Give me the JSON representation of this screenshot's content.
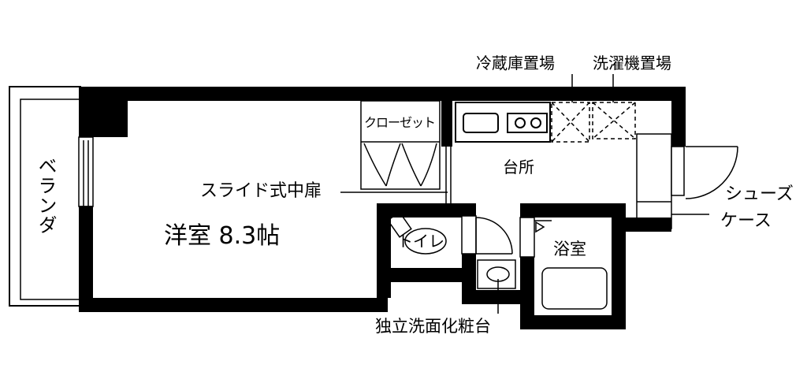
{
  "labels": {
    "veranda": "ベランダ",
    "western_room": "洋室 8.3帖",
    "closet": "クローゼット",
    "sliding_door": "スライド式中扉",
    "kitchen": "台所",
    "fridge_space": "冷蔵庫置場",
    "washer_space": "洗濯機置場",
    "shoe_case_line1": "シューズ",
    "shoe_case_line2": "ケース",
    "toilet": "トイレ",
    "bathroom": "浴室",
    "vanity": "独立洗面化粧台"
  }
}
